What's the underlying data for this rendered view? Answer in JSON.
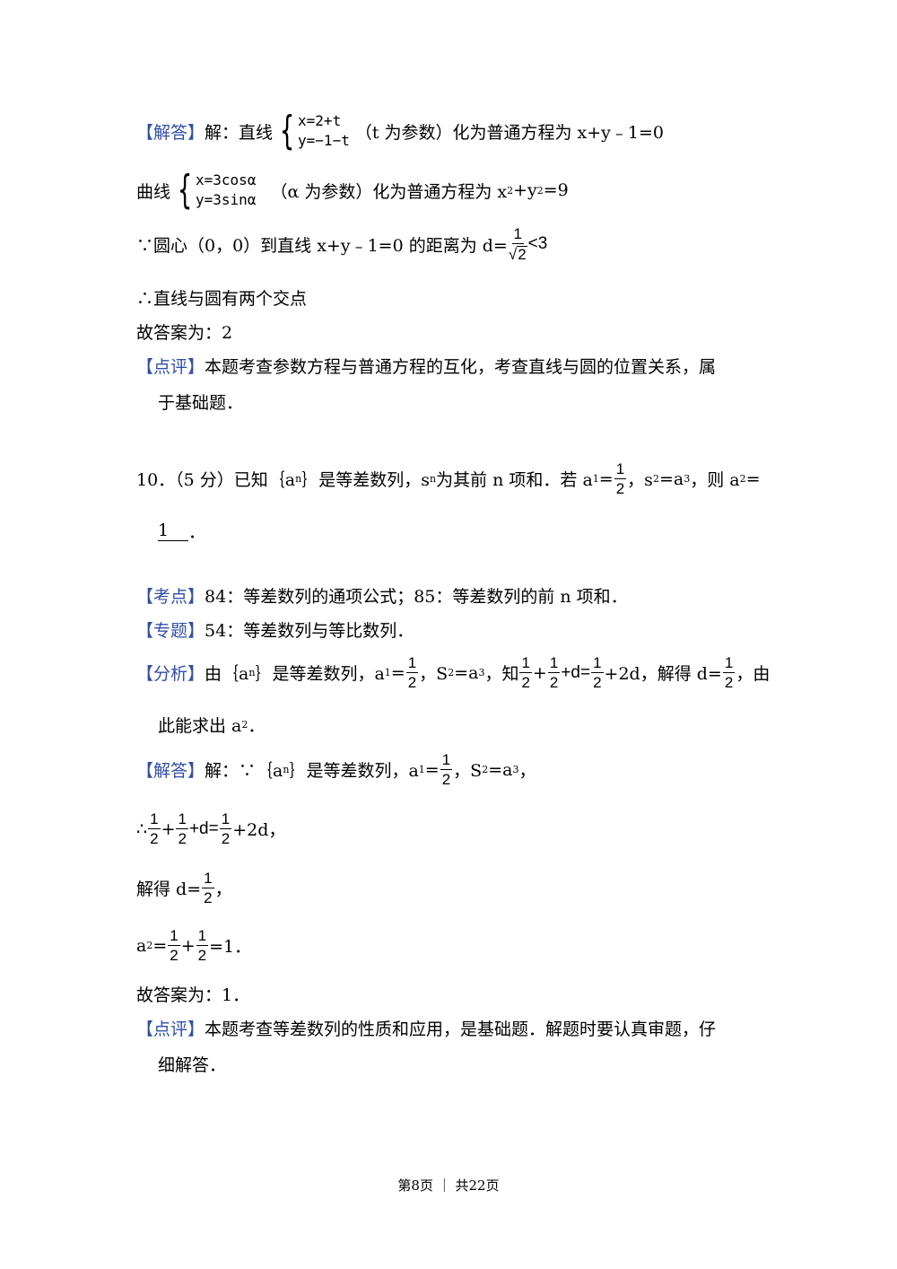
{
  "tags": {
    "jieda": "【解答】",
    "dianping": "【点评】",
    "kaodian": "【考点】",
    "zhuanti": "【专题】",
    "fenxi": "【分析】"
  },
  "q9": {
    "l1_pre": "解：直线",
    "sys1_a": "x=2+t",
    "sys1_b": "y=−1−t",
    "l1_post": "（t 为参数）化为普通方程为 x+y﹣1=0",
    "l2_pre": "曲线",
    "sys2_a": "x=3cosα",
    "sys2_b": "y=3sinα",
    "l2_post": "（α 为参数）化为普通方程为 x",
    "l2_post2": "+y",
    "l2_post3": "=9",
    "sq": "2",
    "l3_pre": "∵圆心（0，0）到直线 x+y﹣1=0 的距离为 d=",
    "l3_num": "1",
    "l3_rad": "2",
    "l3_post": "<3",
    "l4": "∴直线与圆有两个交点",
    "l5": "故答案为：2",
    "comment1": "本题考查参数方程与普通方程的互化，考查直线与圆的位置关系，属",
    "comment2": "于基础题．"
  },
  "q10": {
    "stem_pre": "10．（5 分）已知｛a",
    "stem_a": "｝是等差数列，s",
    "stem_b": "为其前 n 项和．若 a",
    "stem_c": "=",
    "stem_d": "，s",
    "stem_e": "=a",
    "stem_f": "，则 a",
    "stem_g": "=",
    "answer": "1",
    "answer_end": "．",
    "kaodian": "84：等差数列的通项公式；85：等差数列的前 n 项和．",
    "zhuanti": "54：等差数列与等比数列．",
    "fenxi_1": "由｛a",
    "fenxi_2": "｝是等差数列，a",
    "fenxi_3": "=",
    "fenxi_4": "，S",
    "fenxi_5": "=a",
    "fenxi_6": "，知",
    "fenxi_7": "+d=",
    "fenxi_8": "+2d，解得 d=",
    "fenxi_9": "，由",
    "fenxi_line2": "此能求出 a",
    "jieda_1": "解：∵｛a",
    "jieda_2": "｝是等差数列，a",
    "jieda_3": "=",
    "jieda_4": "，S",
    "jieda_5": "=a",
    "jieda_6": "，",
    "step1_pre": "∴",
    "step1_mid": "+d=",
    "step1_post": "+2d，",
    "step2_pre": "解得 d=",
    "step2_post": "，",
    "step3_pre": "a",
    "step3_post": "=1．",
    "answer_line": "故答案为：1．",
    "comment1": "本题考查等差数列的性质和应用，是基础题．解题时要认真审题，仔",
    "comment2": "细解答．"
  },
  "sub": {
    "n": "n",
    "one": "1",
    "two": "2",
    "three": "3"
  },
  "frac_half": {
    "num": "1",
    "den": "2"
  },
  "footer": "第8页 ｜ 共22页"
}
